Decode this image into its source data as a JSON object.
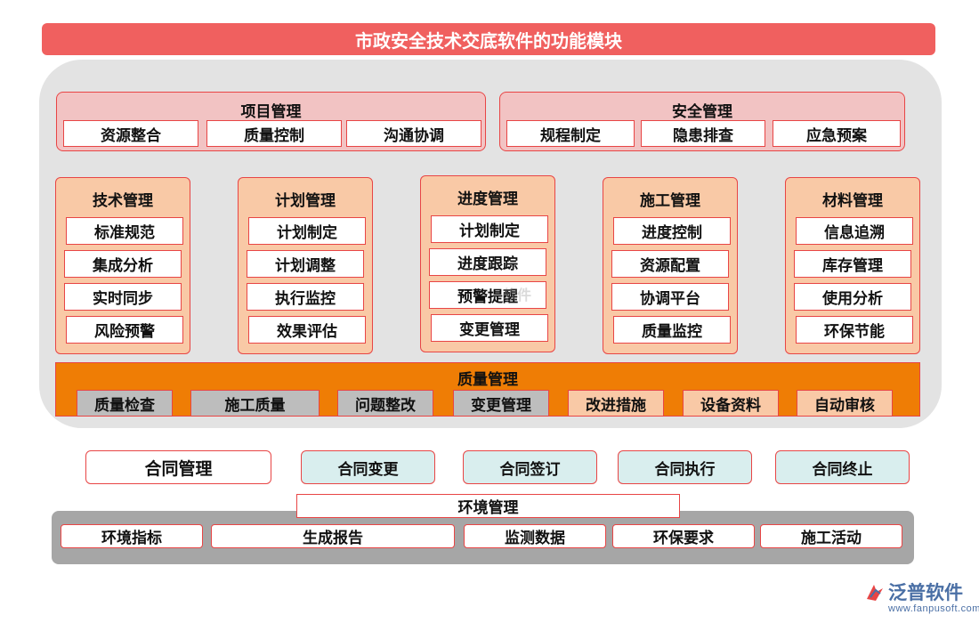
{
  "title": "市政安全技术交底软件的功能模块",
  "top_groups": [
    {
      "title": "项目管理",
      "items": [
        "资源整合",
        "质量控制",
        "沟通协调"
      ]
    },
    {
      "title": "安全管理",
      "items": [
        "规程制定",
        "隐患排查",
        "应急预案"
      ]
    }
  ],
  "columns": [
    {
      "title": "技术管理",
      "items": [
        "标准规范",
        "集成分析",
        "实时同步",
        "风险预警"
      ]
    },
    {
      "title": "计划管理",
      "items": [
        "计划制定",
        "计划调整",
        "执行监控",
        "效果评估"
      ]
    },
    {
      "title": "进度管理",
      "items": [
        "计划制定",
        "进度跟踪",
        "预警提醒",
        "变更管理"
      ]
    },
    {
      "title": "施工管理",
      "items": [
        "进度控制",
        "资源配置",
        "协调平台",
        "质量监控"
      ]
    },
    {
      "title": "材料管理",
      "items": [
        "信息追溯",
        "库存管理",
        "使用分析",
        "环保节能"
      ]
    }
  ],
  "quality": {
    "title": "质量管理",
    "items": [
      "质量检查",
      "施工质量",
      "问题整改",
      "变更管理",
      "改进措施",
      "设备资料",
      "自动审核"
    ]
  },
  "contract": {
    "title": "合同管理",
    "items": [
      "合同变更",
      "合同签订",
      "合同执行",
      "合同终止"
    ]
  },
  "environment": {
    "title": "环境管理",
    "items": [
      "环境指标",
      "生成报告",
      "监测数据",
      "环保要求",
      "施工活动"
    ]
  },
  "watermark": "软件",
  "logo": {
    "name": "泛普软件",
    "url": "www.fanpusoft.com"
  },
  "colors": {
    "title_bar": "#f0605f",
    "border": "#e84545",
    "quality_band": "#ef7d05",
    "contract_fill": "#d9eeee"
  }
}
